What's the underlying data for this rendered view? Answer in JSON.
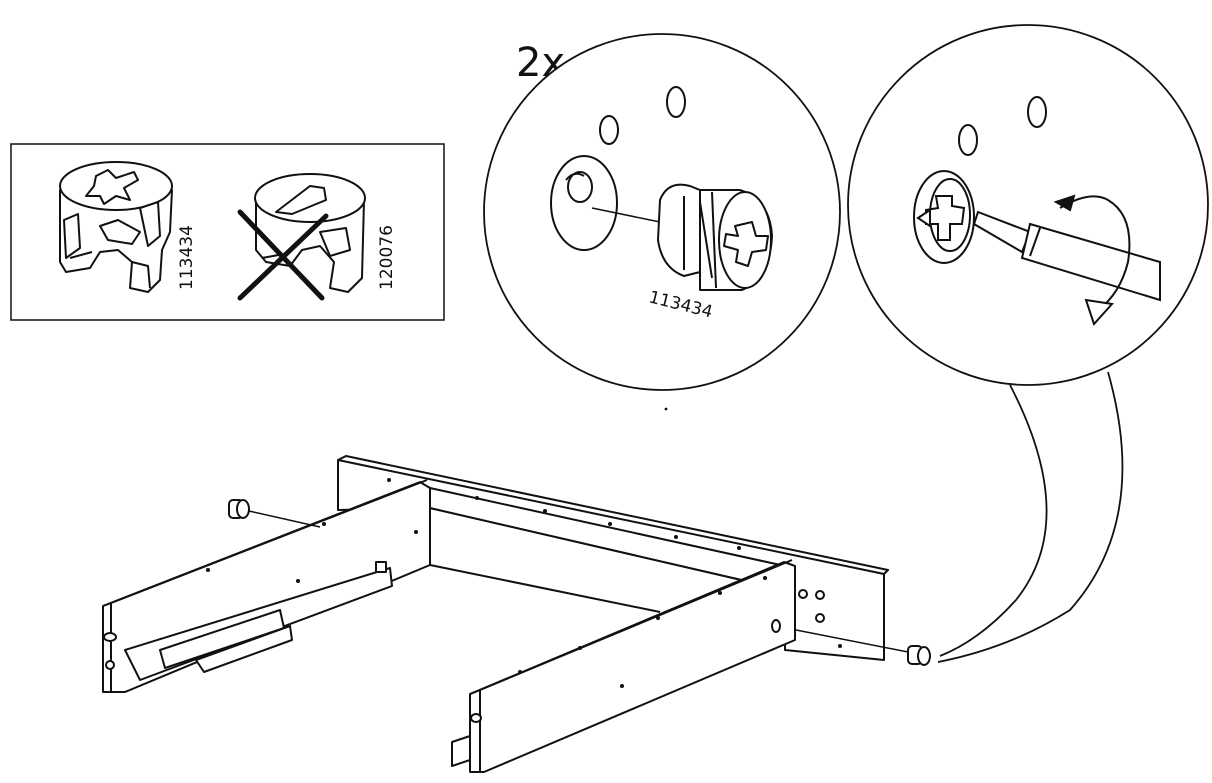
{
  "instruction": {
    "quantity": "2x"
  },
  "legend": {
    "correct_part_number": "113434",
    "wrong_part_number": "120076"
  },
  "detail_insert": {
    "part_number": "113434"
  },
  "colors": {
    "line": "#111111",
    "background": "#ffffff",
    "panel_fill": "#ffffff"
  },
  "icons": [
    "cam-lock-fitting-icon",
    "wrong-fitting-icon",
    "screwdriver-icon",
    "rotation-arrow-icon"
  ]
}
